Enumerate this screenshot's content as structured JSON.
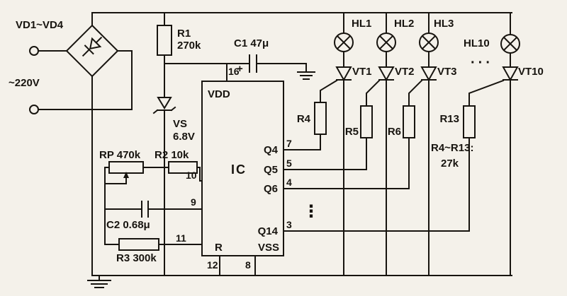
{
  "colors": {
    "background": "#f4f1ea",
    "ink": "#17140f"
  },
  "ac_input": {
    "voltage_label": "~220V",
    "bridge_label": "VD1~VD4"
  },
  "supply": {
    "r1": {
      "name": "R1",
      "value": "270k"
    },
    "c1": {
      "label": "C1 47μ",
      "polarity": "+"
    },
    "vs": {
      "name": "VS",
      "value": "6.8V"
    }
  },
  "oscillator": {
    "rp": "RP 470k",
    "r2": "R2 10k",
    "c2": "C2 0.68μ",
    "r3": "R3 300k"
  },
  "ic": {
    "label": "IC",
    "vdd_label": "VDD",
    "vss_label": "VSS",
    "reset_label": "R",
    "outputs": {
      "q4": "Q4",
      "q5": "Q5",
      "q6": "Q6",
      "q14": "Q14"
    },
    "pins": {
      "p3": "3",
      "p4": "4",
      "p5": "5",
      "p7": "7",
      "p8": "8",
      "p9": "9",
      "p10": "10",
      "p11": "11",
      "p12": "12",
      "p16": "16"
    }
  },
  "lamps": {
    "hl1": "HL1",
    "hl2": "HL2",
    "hl3": "HL3",
    "hl10": "HL10"
  },
  "thyristors": {
    "vt1": "VT1",
    "vt2": "VT2",
    "vt3": "VT3",
    "vt10": "VT10"
  },
  "gate_resistors": {
    "r4": "R4",
    "r5": "R5",
    "r6": "R6",
    "r13": "R13",
    "note_line1": "R4~R13:",
    "note_line2": "27k"
  },
  "ellipses": {
    "horizontal": "···",
    "vertical": "⋮"
  }
}
